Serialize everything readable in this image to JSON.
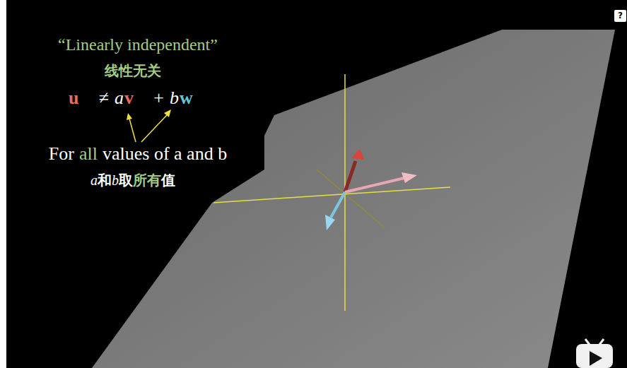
{
  "diagram": {
    "labels": [
      "“Linearly independent”",
      "线性无关",
      "u⃗",
      "≠",
      "a",
      "v⃗",
      "+",
      "b",
      "w⃗",
      "For",
      "all",
      "values of a and b",
      "a",
      "和",
      "b",
      "取",
      "所有",
      "值",
      "?"
    ]
  }
}
